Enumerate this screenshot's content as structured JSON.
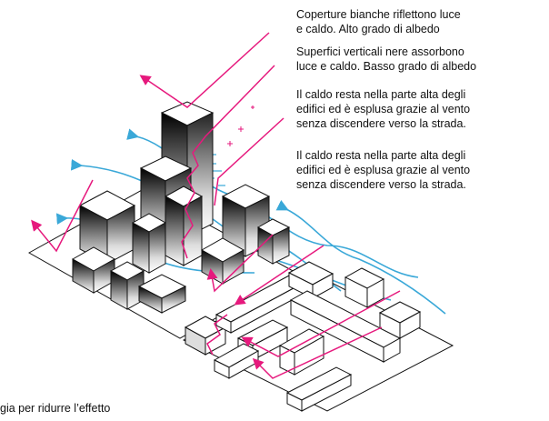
{
  "annotations": {
    "white_roofs": "Coperture bianche riflettono luce\ne caldo. Alto grado di albedo",
    "dark_walls": "Superfici verticali nere assorbono\nluce e caldo. Basso grado di albedo",
    "heat_top_1": "Il caldo resta nella parte alta degli\nedifici   ed è esplusa grazie al vento\nsenza discendere verso la strada.",
    "heat_top_2": "Il caldo resta nella parte alta degli\nedifici   ed è esplusa grazie al vento\nsenza discendere verso la strada."
  },
  "caption": "gia per ridurre l’effetto",
  "colors": {
    "sun_rays": "#e6197d",
    "wind": "#3aa8d8",
    "outline": "#111111",
    "roof": "#ffffff"
  }
}
